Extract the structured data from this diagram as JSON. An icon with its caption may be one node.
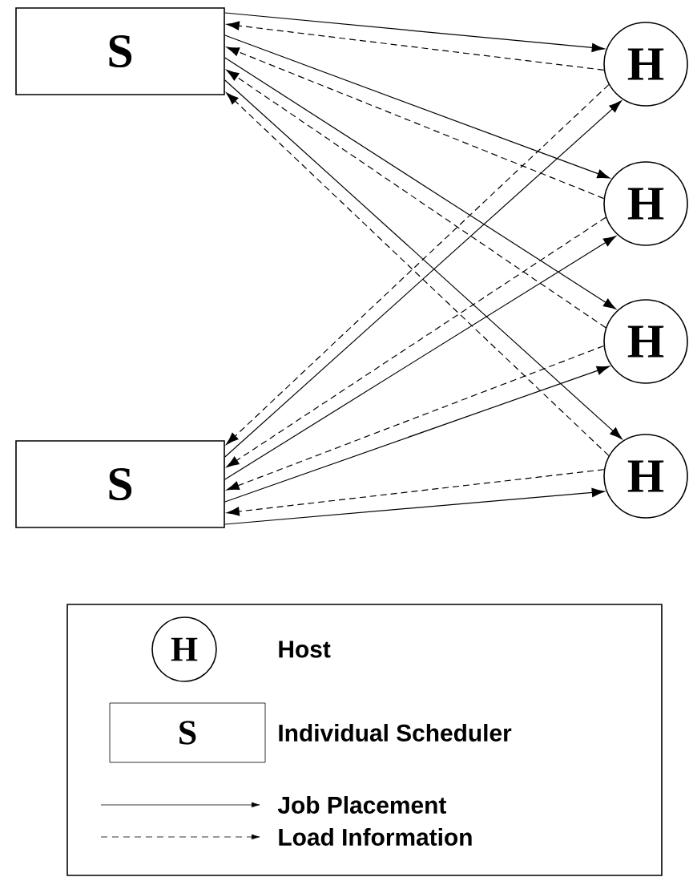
{
  "diagram": {
    "nodes": [
      {
        "text": [
          "S"
        ]
      },
      {
        "text": [
          "S"
        ]
      },
      {
        "text": [
          "H"
        ]
      },
      {
        "text": [
          "H"
        ]
      },
      {
        "text": [
          "H"
        ]
      },
      {
        "text": [
          "H"
        ]
      }
    ],
    "edges": [
      {
        "from": 0,
        "to": 2,
        "arrow": "to"
      },
      {
        "from": 2,
        "to": 0,
        "arrow": "to",
        "style": "dashed"
      },
      {
        "from": 0,
        "to": 3,
        "arrow": "to"
      },
      {
        "from": 3,
        "to": 0,
        "arrow": "to",
        "style": "dashed"
      },
      {
        "from": 0,
        "to": 4,
        "arrow": "to"
      },
      {
        "from": 4,
        "to": 0,
        "arrow": "to",
        "style": "dashed"
      },
      {
        "from": 0,
        "to": 5,
        "arrow": "to"
      },
      {
        "from": 5,
        "to": 0,
        "arrow": "to",
        "style": "dashed"
      },
      {
        "from": 1,
        "to": 2,
        "arrow": "to"
      },
      {
        "from": 2,
        "to": 1,
        "arrow": "to",
        "style": "dashed"
      },
      {
        "from": 1,
        "to": 3,
        "arrow": "to"
      },
      {
        "from": 3,
        "to": 1,
        "arrow": "to",
        "style": "dashed"
      },
      {
        "from": 1,
        "to": 4,
        "arrow": "to"
      },
      {
        "from": 4,
        "to": 1,
        "arrow": "to",
        "style": "dashed"
      },
      {
        "from": 1,
        "to": 5,
        "arrow": "to"
      },
      {
        "from": 5,
        "to": 1,
        "arrow": "to",
        "style": "dashed"
      }
    ],
    "labels": [
      "H",
      "S"
    ],
    "legend": [
      {
        "text": "Host"
      },
      {
        "text": "Individual Scheduler"
      },
      {
        "text": "Job Placement"
      },
      {
        "text": "Load Information"
      }
    ]
  }
}
